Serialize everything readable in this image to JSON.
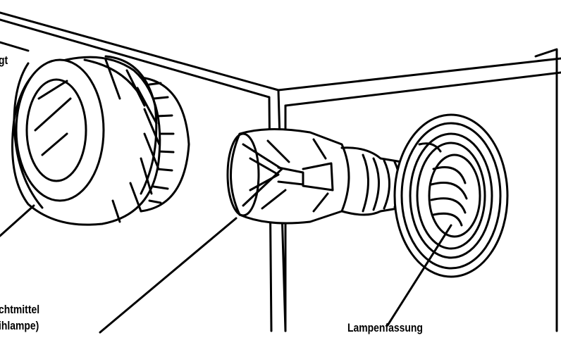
{
  "labels": {
    "cover": "gt",
    "bulb_line1": "chtmittel",
    "bulb_line2": "ihlampe)",
    "socket": "Lampenfassung"
  }
}
